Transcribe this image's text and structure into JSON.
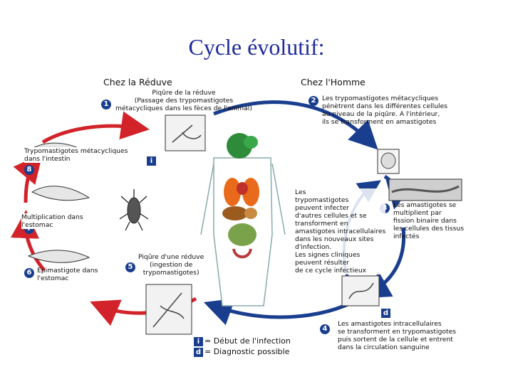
{
  "title": "Cycle évolutif:",
  "headers": {
    "reduve": "Chez la Réduve",
    "homme": "Chez l'Homme"
  },
  "steps": {
    "s1": {
      "num": "1",
      "text": "Piqûre de la réduve\n(Passage des trypomastigotes\nmétacycliques  dans les fèces de l'animal)"
    },
    "s2": {
      "num": "2",
      "text": "Les trypomastigotes métacycliques\npénètrent dans les différentes cellules\nau niveau de la piqûre. A l'intérieur,\nils se transforment en amastigotes"
    },
    "s3": {
      "num": "3",
      "text": "Les amastigotes se\nmultiplient par\nfission binaire dans\nles cellules des tissus\ninfectés"
    },
    "s4": {
      "num": "4",
      "text": "Les amastigotes intracellulaires\nse transforment en trypomastigotes\npuis sortent de la cellule et entrent\ndans la circulation sanguine"
    },
    "s5": {
      "num": "5",
      "text": "Piqûre d'une réduve\n(ingestion de\ntrypomastigotes)"
    },
    "s6": {
      "num": "6",
      "text": "Epimastigote dans\nl'estomac"
    },
    "s7": {
      "num": "7",
      "text": "Multiplication dans\nl'estomac"
    },
    "s8": {
      "num": "8",
      "text": "Trypomastigotes métacycliques\ndans l'intestin"
    }
  },
  "center_text": "Les\ntrypomastigotes\npeuvent infecter\nd'autres cellules et se\ntransforment en\namastigotes intracellulaires\ndans les nouveaux sites\nd'infection.\nLes signes cliniques\npeuvent résulter\nde ce cycle infectieux",
  "markers": {
    "i": "i",
    "d": "d"
  },
  "legend": {
    "i_text": "= Début de l'infection",
    "d_text": "= Diagnostic possible"
  },
  "colors": {
    "title": "#1e2b9c",
    "badge": "#1a3e8e",
    "arrow_red": "#d2232a",
    "arrow_blue": "#1a3e8e"
  }
}
